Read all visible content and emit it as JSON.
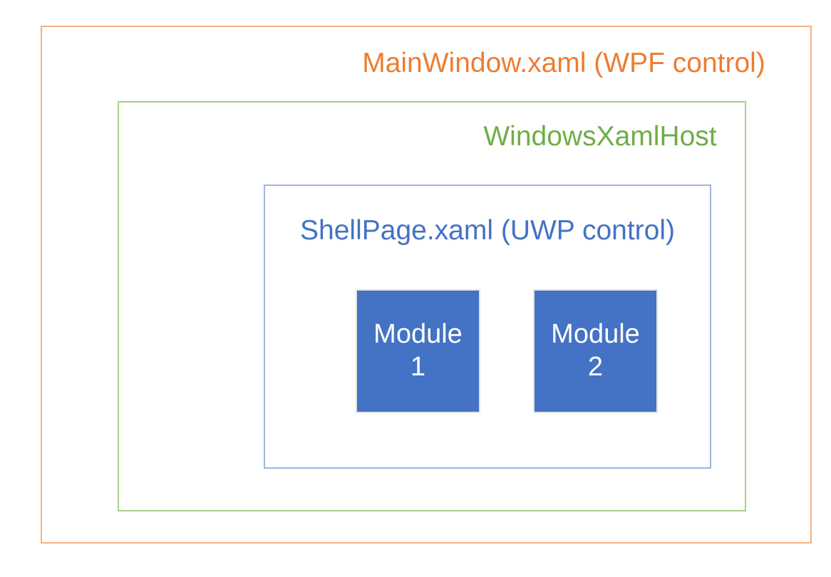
{
  "diagram": {
    "title": "MainWindow.xaml (WPF control)",
    "background_color": "#FFFFFF",
    "main_window": {
      "label": "MainWindow.xaml (WPF control)",
      "text_color": "#ED7D31",
      "border_color": "#F4B183"
    },
    "xaml_host": {
      "label": "WindowsXamlHost",
      "text_color": "#70AD47",
      "border_color": "#A9D18E"
    },
    "shell_page": {
      "label": "ShellPage.xaml (UWP control)",
      "text_color": "#4472C4",
      "border_color": "#9DB6DE"
    },
    "modules": [
      {
        "label": "Module\n1",
        "fill_color": "#4472C4",
        "text_color": "#FFFFFF",
        "border_color": "#E3E3E3"
      },
      {
        "label": "Module\n2",
        "fill_color": "#4472C4",
        "text_color": "#FFFFFF",
        "border_color": "#E3E3E3"
      }
    ]
  }
}
